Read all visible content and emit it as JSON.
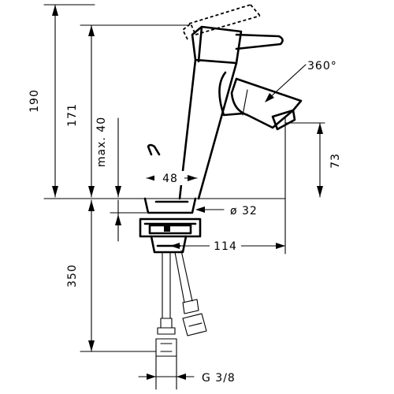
{
  "dimensions": {
    "total_height": "190",
    "spout_height": "171",
    "max_basin_thickness": "max. 40",
    "handle_clearance": "73",
    "base_width": "48",
    "spout_rotation": "360°",
    "base_diameter": "ø 32",
    "projection": "114",
    "hose_length": "350",
    "connection_thread": "G 3/8"
  }
}
